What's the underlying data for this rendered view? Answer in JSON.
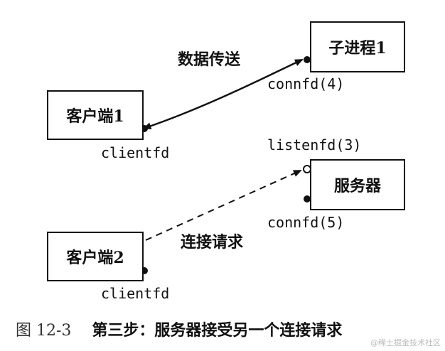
{
  "boxes": {
    "child": "子进程1",
    "client1": "客户端1",
    "server": "服务器",
    "client2": "客户端2"
  },
  "labels": {
    "data_transfer": "数据传送",
    "connfd4": "connfd(4)",
    "clientfd1": "clientfd",
    "listenfd": "listenfd(3)",
    "connfd5": "connfd(5)",
    "conn_request": "连接请求",
    "clientfd2": "clientfd"
  },
  "caption": {
    "number": "图 12-3",
    "text": "第三步：服务器接受另一个连接请求"
  },
  "watermark": "@稀土掘金技术社区"
}
